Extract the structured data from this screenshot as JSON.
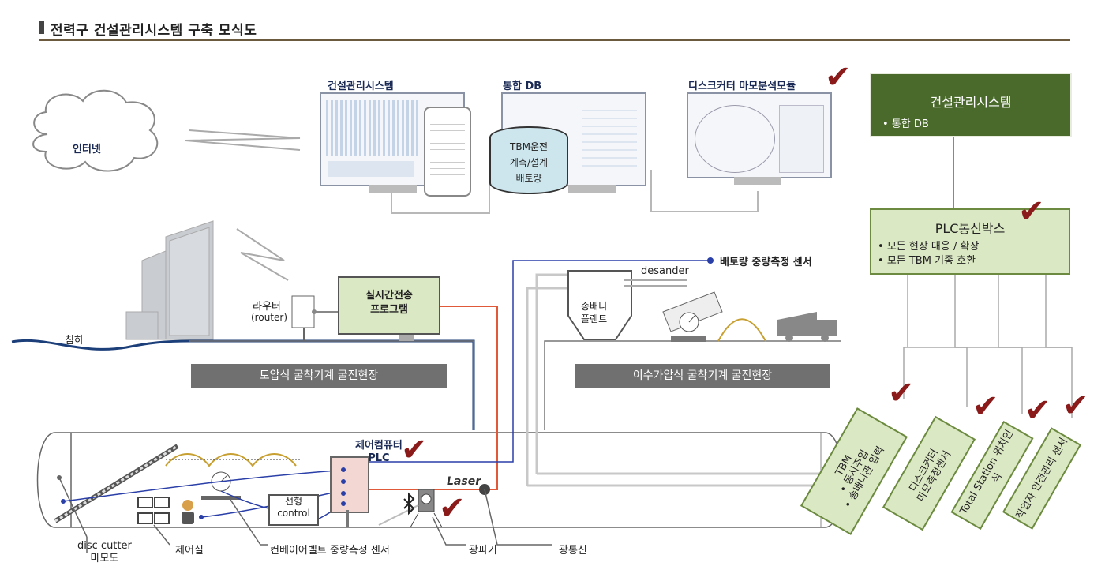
{
  "title": "전력구 건설관리시스템 구축 모식도",
  "internet": "인터넷",
  "monitors": {
    "construction": "건설관리시스템",
    "db": "통합 DB",
    "disc": "디스크커터 마모분석모듈"
  },
  "db_cylinder": [
    "TBM운전",
    "계측/설계",
    "배토량"
  ],
  "main_system": {
    "title": "건설관리시스템",
    "bullet": "통합 DB"
  },
  "plc_box": {
    "title": "PLC통신박스",
    "bullets": [
      "모든 현장 대응 / 확장",
      "모든 TBM 기종 호환"
    ]
  },
  "left_site": {
    "subsidence": "침하",
    "router": "라우터",
    "router_en": "(router)",
    "program": [
      "실시간전송",
      "프로그램"
    ],
    "label": "토압식 굴착기계 굴진현장"
  },
  "right_site": {
    "desander": "desander",
    "plant": [
      "송배니",
      "플랜트"
    ],
    "sensor": "배토량 중량측정 센서",
    "label": "이수가압식 굴착기계 굴진현장"
  },
  "tunnel": {
    "plc": [
      "제어컴퓨터",
      "PLC"
    ],
    "linear_control": [
      "선형",
      "control"
    ],
    "laser": "Laser",
    "disc_cutter": [
      "disc cutter",
      "마모도"
    ],
    "control_room": "제어실",
    "conveyor": "컨베이어벨트 중량측정 센서",
    "light_wave": "광파기",
    "optical_comm": "광통신"
  },
  "sensor_boxes": [
    {
      "lines": [
        "TBM",
        "• 동시주입",
        "• 송배니관 입력"
      ]
    },
    {
      "lines": [
        "디스크커터",
        "마모측정센서"
      ]
    },
    {
      "lines": [
        "Total Station 위치인식"
      ]
    },
    {
      "lines": [
        "작업자 안전관리 센서"
      ]
    }
  ],
  "colors": {
    "accent_check": "#8b1a1a",
    "dark_green": "#4a6a2c",
    "light_green": "#dbe8c4",
    "site_label": "#707070",
    "signal_blue": "#2a3fa8",
    "signal_red": "#e05a3a"
  }
}
